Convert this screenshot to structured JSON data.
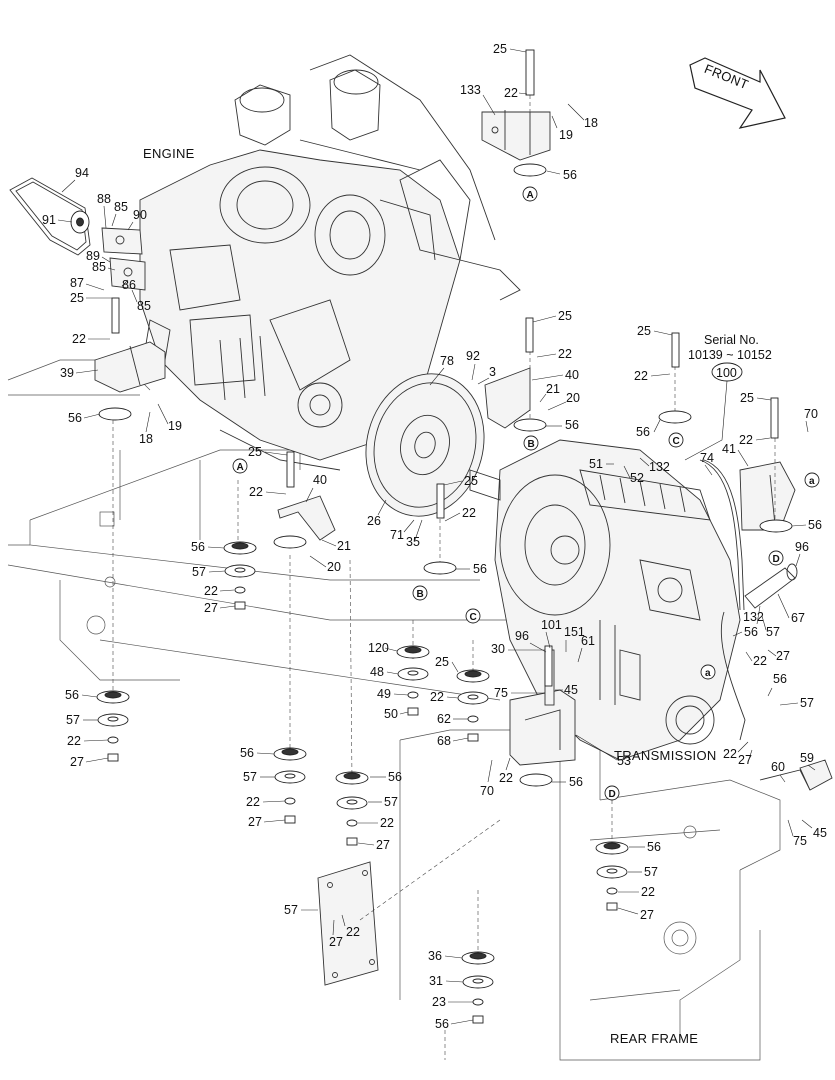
{
  "labels": {
    "engine": "ENGINE",
    "transmission": "TRANSMISSION",
    "rear_frame": "REAR FRAME",
    "front": "FRONT",
    "serial_title": "Serial No.",
    "serial_range": "10139 ~ 10152",
    "serial_callout": "100"
  },
  "ref_markers": [
    {
      "letter": "A"
    },
    {
      "letter": "A"
    },
    {
      "letter": "B"
    },
    {
      "letter": "B"
    },
    {
      "letter": "C"
    },
    {
      "letter": "C"
    },
    {
      "letter": "D"
    },
    {
      "letter": "D"
    },
    {
      "letter": "a"
    },
    {
      "letter": "a"
    }
  ],
  "callouts": [
    "25",
    "22",
    "133",
    "19",
    "18",
    "56",
    "94",
    "88",
    "85",
    "90",
    "91",
    "89",
    "85",
    "87",
    "25",
    "86",
    "85",
    "22",
    "39",
    "56",
    "18",
    "19",
    "25",
    "22",
    "40",
    "21",
    "20",
    "56",
    "92",
    "3",
    "78",
    "25",
    "22",
    "100",
    "25",
    "22",
    "70",
    "41",
    "56",
    "96",
    "67",
    "132",
    "51",
    "52",
    "132",
    "74",
    "56",
    "25",
    "40",
    "22",
    "21",
    "56",
    "57",
    "22",
    "27",
    "20",
    "26",
    "71",
    "35",
    "25",
    "22",
    "56",
    "56",
    "57",
    "22",
    "27",
    "56",
    "57",
    "22",
    "27",
    "56",
    "57",
    "22",
    "27",
    "120",
    "48",
    "49",
    "50",
    "25",
    "22",
    "62",
    "68",
    "96",
    "101",
    "151",
    "61",
    "30",
    "75",
    "45",
    "56",
    "57",
    "22",
    "27",
    "56",
    "57",
    "22",
    "27",
    "70",
    "22",
    "53",
    "56",
    "59",
    "60",
    "75",
    "45",
    "56",
    "57",
    "22",
    "27",
    "36",
    "31",
    "23",
    "56",
    "57",
    "22",
    "27"
  ]
}
